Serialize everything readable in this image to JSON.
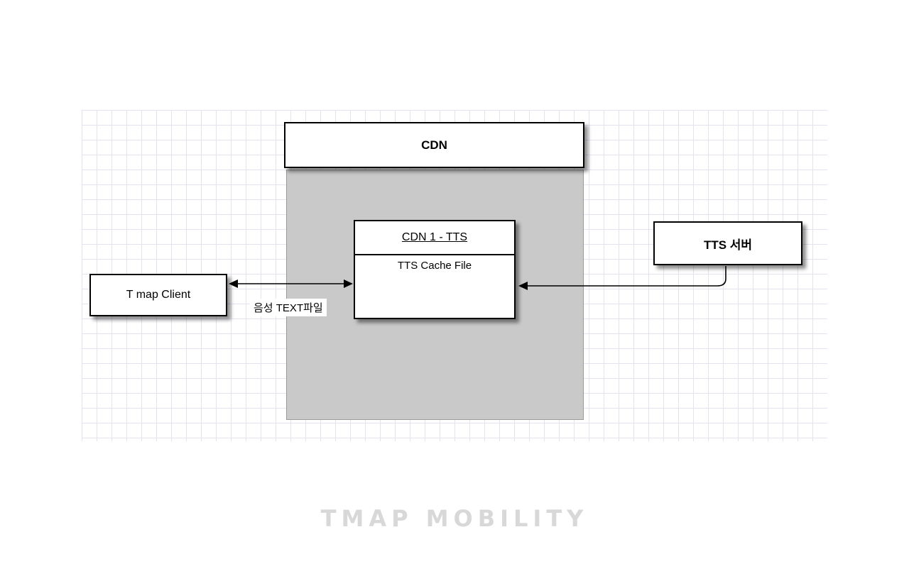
{
  "nodes": {
    "cdn_header": {
      "label": "CDN"
    },
    "cdn_tts": {
      "title": "CDN 1 - TTS",
      "body": "TTS Cache File"
    },
    "tmap_client": {
      "label": "T map Client"
    },
    "tts_server": {
      "label": "TTS 서버"
    }
  },
  "edges": {
    "client_cdn_label": "음성 TEXT파일"
  },
  "watermark": "TMAP MOBILITY",
  "colors": {
    "container_fill": "#c9c9c9",
    "node_border": "#000000",
    "grid_line": "#e3e3ef",
    "watermark_text": "#d8d8d8"
  }
}
